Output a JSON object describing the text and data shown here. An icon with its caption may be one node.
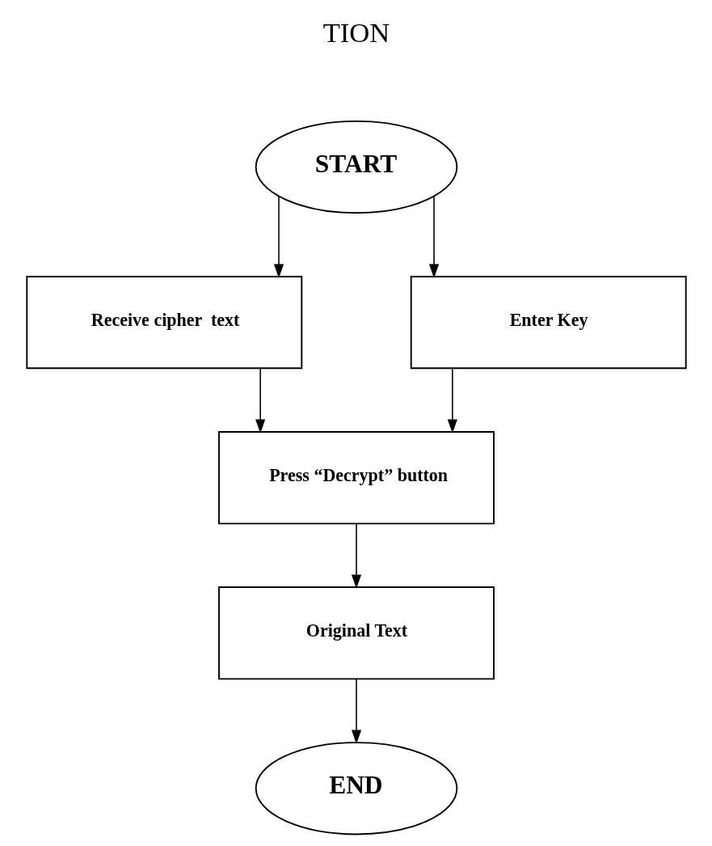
{
  "diagram": {
    "nodes": [
      {
        "text": [
          "START"
        ]
      },
      {
        "text": [
          "Receive cipher  text"
        ]
      },
      {
        "text": [
          "Enter Key"
        ]
      },
      {
        "text": [
          "Press “Decrypt” button"
        ]
      },
      {
        "text": [
          "Original Text"
        ]
      },
      {
        "text": [
          "END"
        ]
      }
    ],
    "edges": [
      {
        "from": 0,
        "to": 1,
        "arrow": "to"
      },
      {
        "from": 0,
        "to": 2,
        "arrow": "to"
      },
      {
        "from": 1,
        "to": 3,
        "arrow": "to"
      },
      {
        "from": 2,
        "to": 3,
        "arrow": "to"
      },
      {
        "from": 3,
        "to": 4,
        "arrow": "to"
      },
      {
        "from": 4,
        "to": 5,
        "arrow": "to"
      }
    ],
    "labels": [
      "TION"
    ]
  }
}
